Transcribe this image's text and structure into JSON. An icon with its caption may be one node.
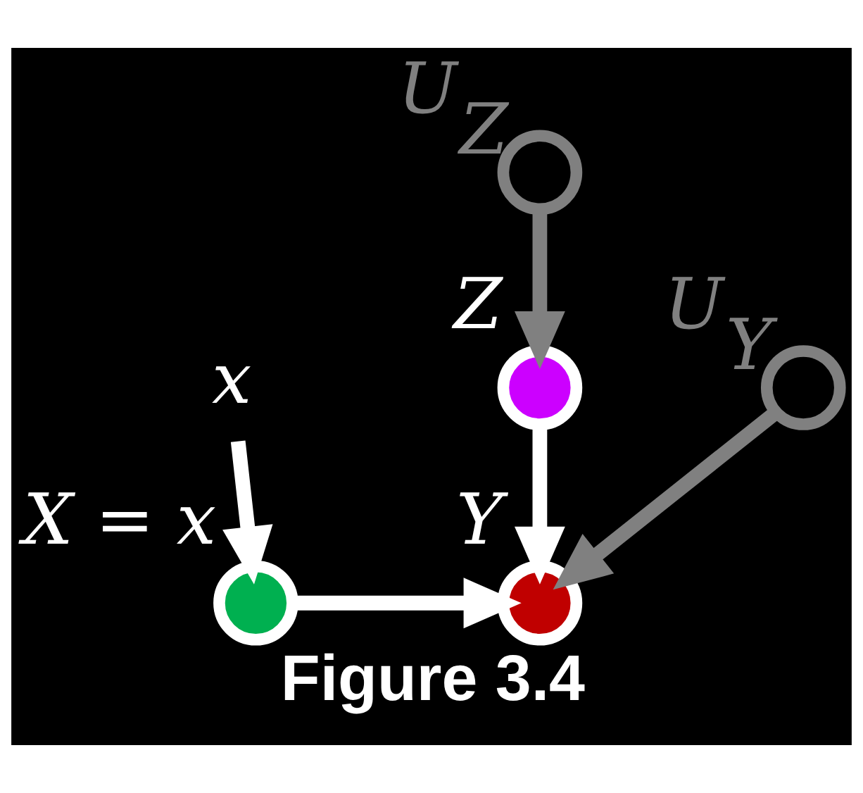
{
  "diagram": {
    "caption": "Figure 3.4",
    "nodes": [
      {
        "text": [],
        "shape": "circle",
        "beside": [
          "U$_{Z}$"
        ]
      },
      {
        "text": [],
        "shape": "circle",
        "beside": [
          "Z"
        ]
      },
      {
        "text": [],
        "shape": "circle",
        "beside": [
          "U$_{Y}$"
        ]
      },
      {
        "text": [
          "x"
        ]
      },
      {
        "text": [],
        "shape": "circle",
        "beside": [
          "X = x"
        ]
      },
      {
        "text": [],
        "shape": "circle",
        "beside": [
          "Y"
        ]
      }
    ],
    "edges": [
      {
        "from": 0,
        "to": 1,
        "arrow": "to",
        "color": "#808080"
      },
      {
        "from": 1,
        "to": 5,
        "arrow": "to"
      },
      {
        "from": 2,
        "to": 5,
        "arrow": "to",
        "color": "#808080"
      },
      {
        "from": 3,
        "to": 4,
        "arrow": "to"
      },
      {
        "from": 4,
        "to": 5,
        "arrow": "to"
      }
    ]
  }
}
